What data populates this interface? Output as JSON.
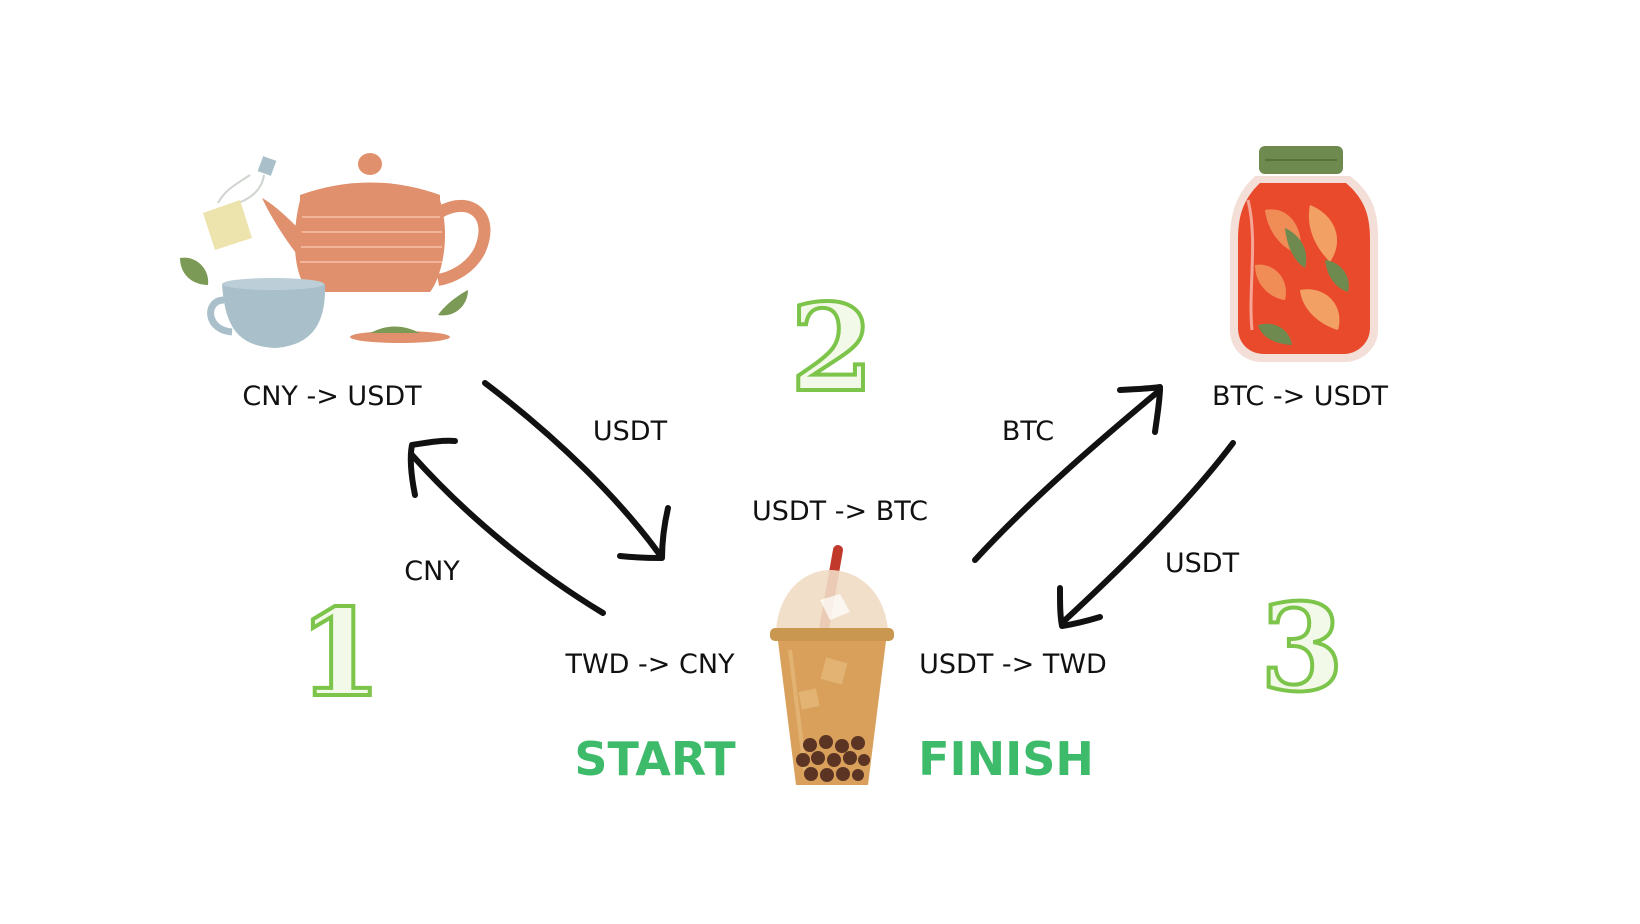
{
  "step_numbers": [
    "1",
    "2",
    "3"
  ],
  "stations": {
    "teapot": {
      "label": "CNY -> USDT",
      "icon": "teapot-icon"
    },
    "kimchi": {
      "label": "BTC -> USDT",
      "icon": "kimchi-jar-icon"
    },
    "boba": {
      "label": "USDT -> BTC",
      "icon": "bubble-tea-icon"
    }
  },
  "edges": {
    "twd_to_cny": "TWD -> CNY",
    "usdt_to_twd": "USDT -> TWD"
  },
  "arrow_labels": {
    "cny": "CNY",
    "usdt_1": "USDT",
    "btc": "BTC",
    "usdt_2": "USDT"
  },
  "start_label": "START",
  "finish_label": "FINISH",
  "colors": {
    "accent_green": "#3dba6a",
    "number_green": "#7cc44a",
    "number_fill": "#f3f9e8",
    "teapot": "#e0906c",
    "cup": "#a9bfc9",
    "kimchi": "#e94a2c",
    "jar_lid": "#6f8a4e",
    "tea": "#d9a05b",
    "straw": "#c0392b"
  }
}
